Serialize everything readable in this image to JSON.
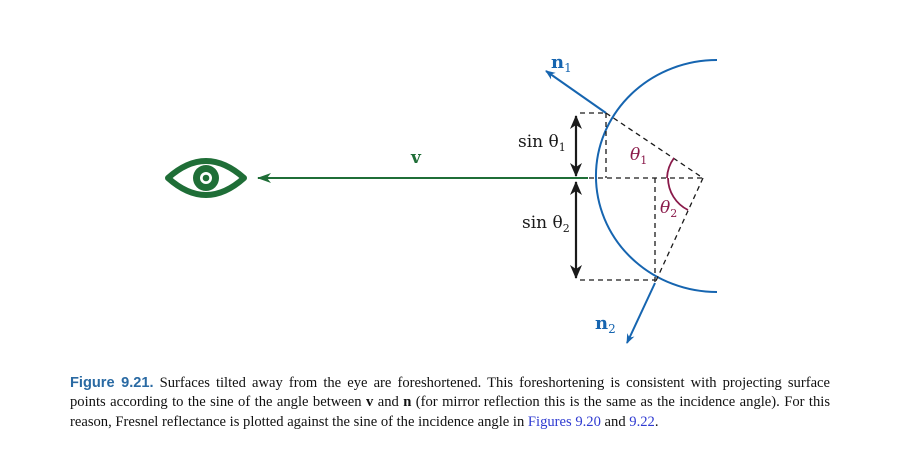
{
  "colors": {
    "blue": "#1665b0",
    "green": "#1f6e37",
    "maroon": "#8a1a4a",
    "black": "#1a1a1a"
  },
  "icons": {
    "eye": "eye-icon"
  },
  "diagram": {
    "label_n1_base": "n",
    "label_n1_sub": "1",
    "label_n2_base": "n",
    "label_n2_sub": "2",
    "label_v": "v",
    "label_sin1_prefix": "sin θ",
    "label_sin1_sub": "1",
    "label_sin2_prefix": "sin θ",
    "label_sin2_sub": "2",
    "label_theta1": "θ",
    "label_theta1_sub": "1",
    "label_theta2": "θ",
    "label_theta2_sub": "2"
  },
  "caption": {
    "figure_label": "Figure 9.21.",
    "text_1": " Surfaces tilted away from the eye are foreshortened. This foreshortening is consistent with projecting surface points according to the sine of the angle between ",
    "v": "v",
    "and": " and ",
    "n": "n",
    "text_2": " (for mirror reflection this is the same as the incidence angle). For this reason, Fresnel reflectance is plotted against the sine of the incidence angle in ",
    "ref_1": "Figures 9.20",
    "and_2": " and ",
    "ref_2": "9.22",
    "period": "."
  }
}
